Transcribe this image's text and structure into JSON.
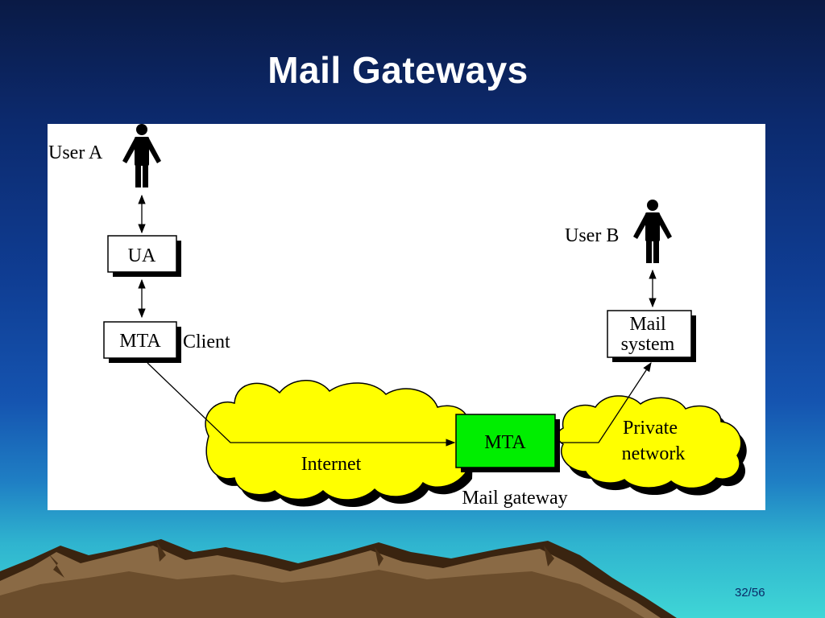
{
  "slide": {
    "title": "Mail Gateways",
    "page_number": "32/56"
  },
  "diagram": {
    "user_a_label": "User A",
    "user_b_label": "User B",
    "ua_label": "UA",
    "mta_client_label": "MTA",
    "client_label": "Client",
    "internet_label": "Internet",
    "gateway_mta_label": "MTA",
    "mail_gateway_label": "Mail gateway",
    "private_network_line1": "Private",
    "private_network_line2": "network",
    "mail_system_line1": "Mail",
    "mail_system_line2": "system"
  },
  "colors": {
    "cloud": "#ffff00",
    "gateway_box": "#00ee00",
    "title": "#ffffff"
  }
}
